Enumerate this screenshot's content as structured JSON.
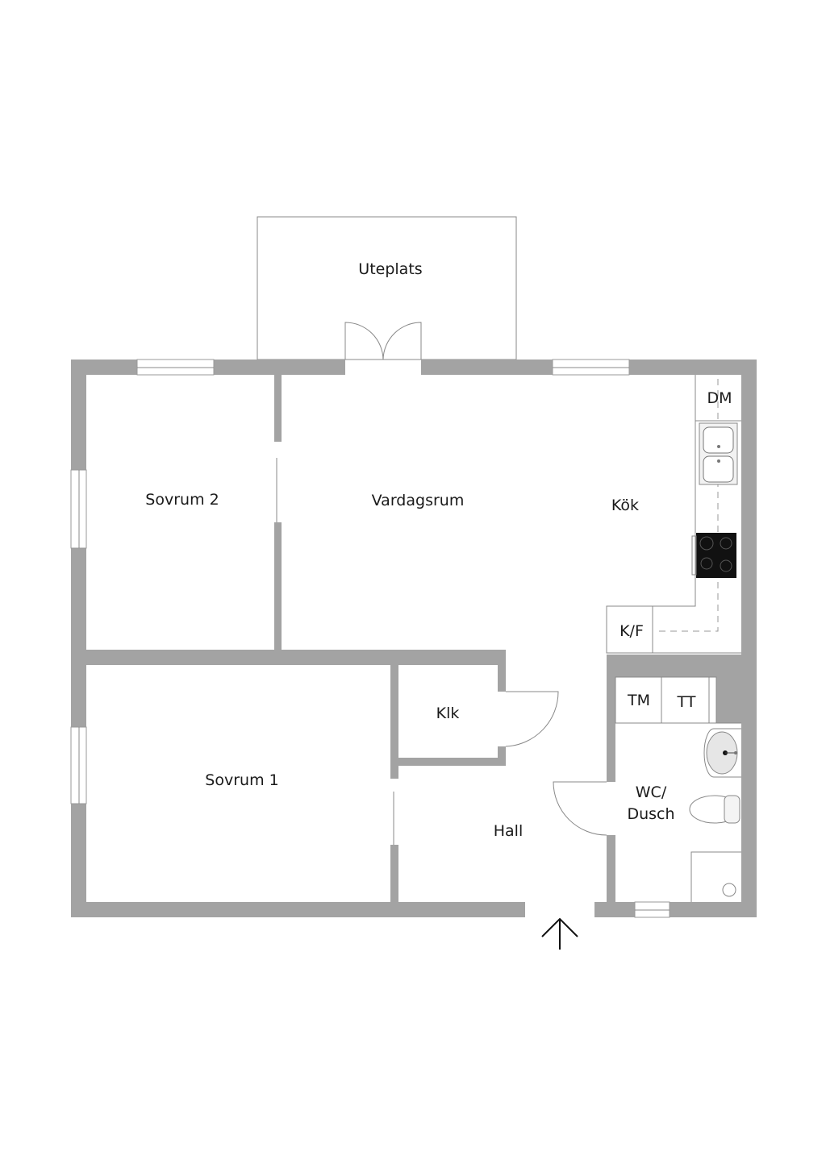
{
  "floorplan": {
    "rooms": {
      "uteplats": "Uteplats",
      "sovrum2": "Sovrum 2",
      "vardagsrum": "Vardagsrum",
      "kok": "Kök",
      "dm": "DM",
      "kf": "K/F",
      "klk": "Klk",
      "sovrum1": "Sovrum 1",
      "hall": "Hall",
      "tm": "TM",
      "tt": "TT",
      "wc_line1": "WC/",
      "wc_line2": "Dusch"
    },
    "colors": {
      "wall": "#a3a3a3",
      "stove": "#111111"
    }
  }
}
